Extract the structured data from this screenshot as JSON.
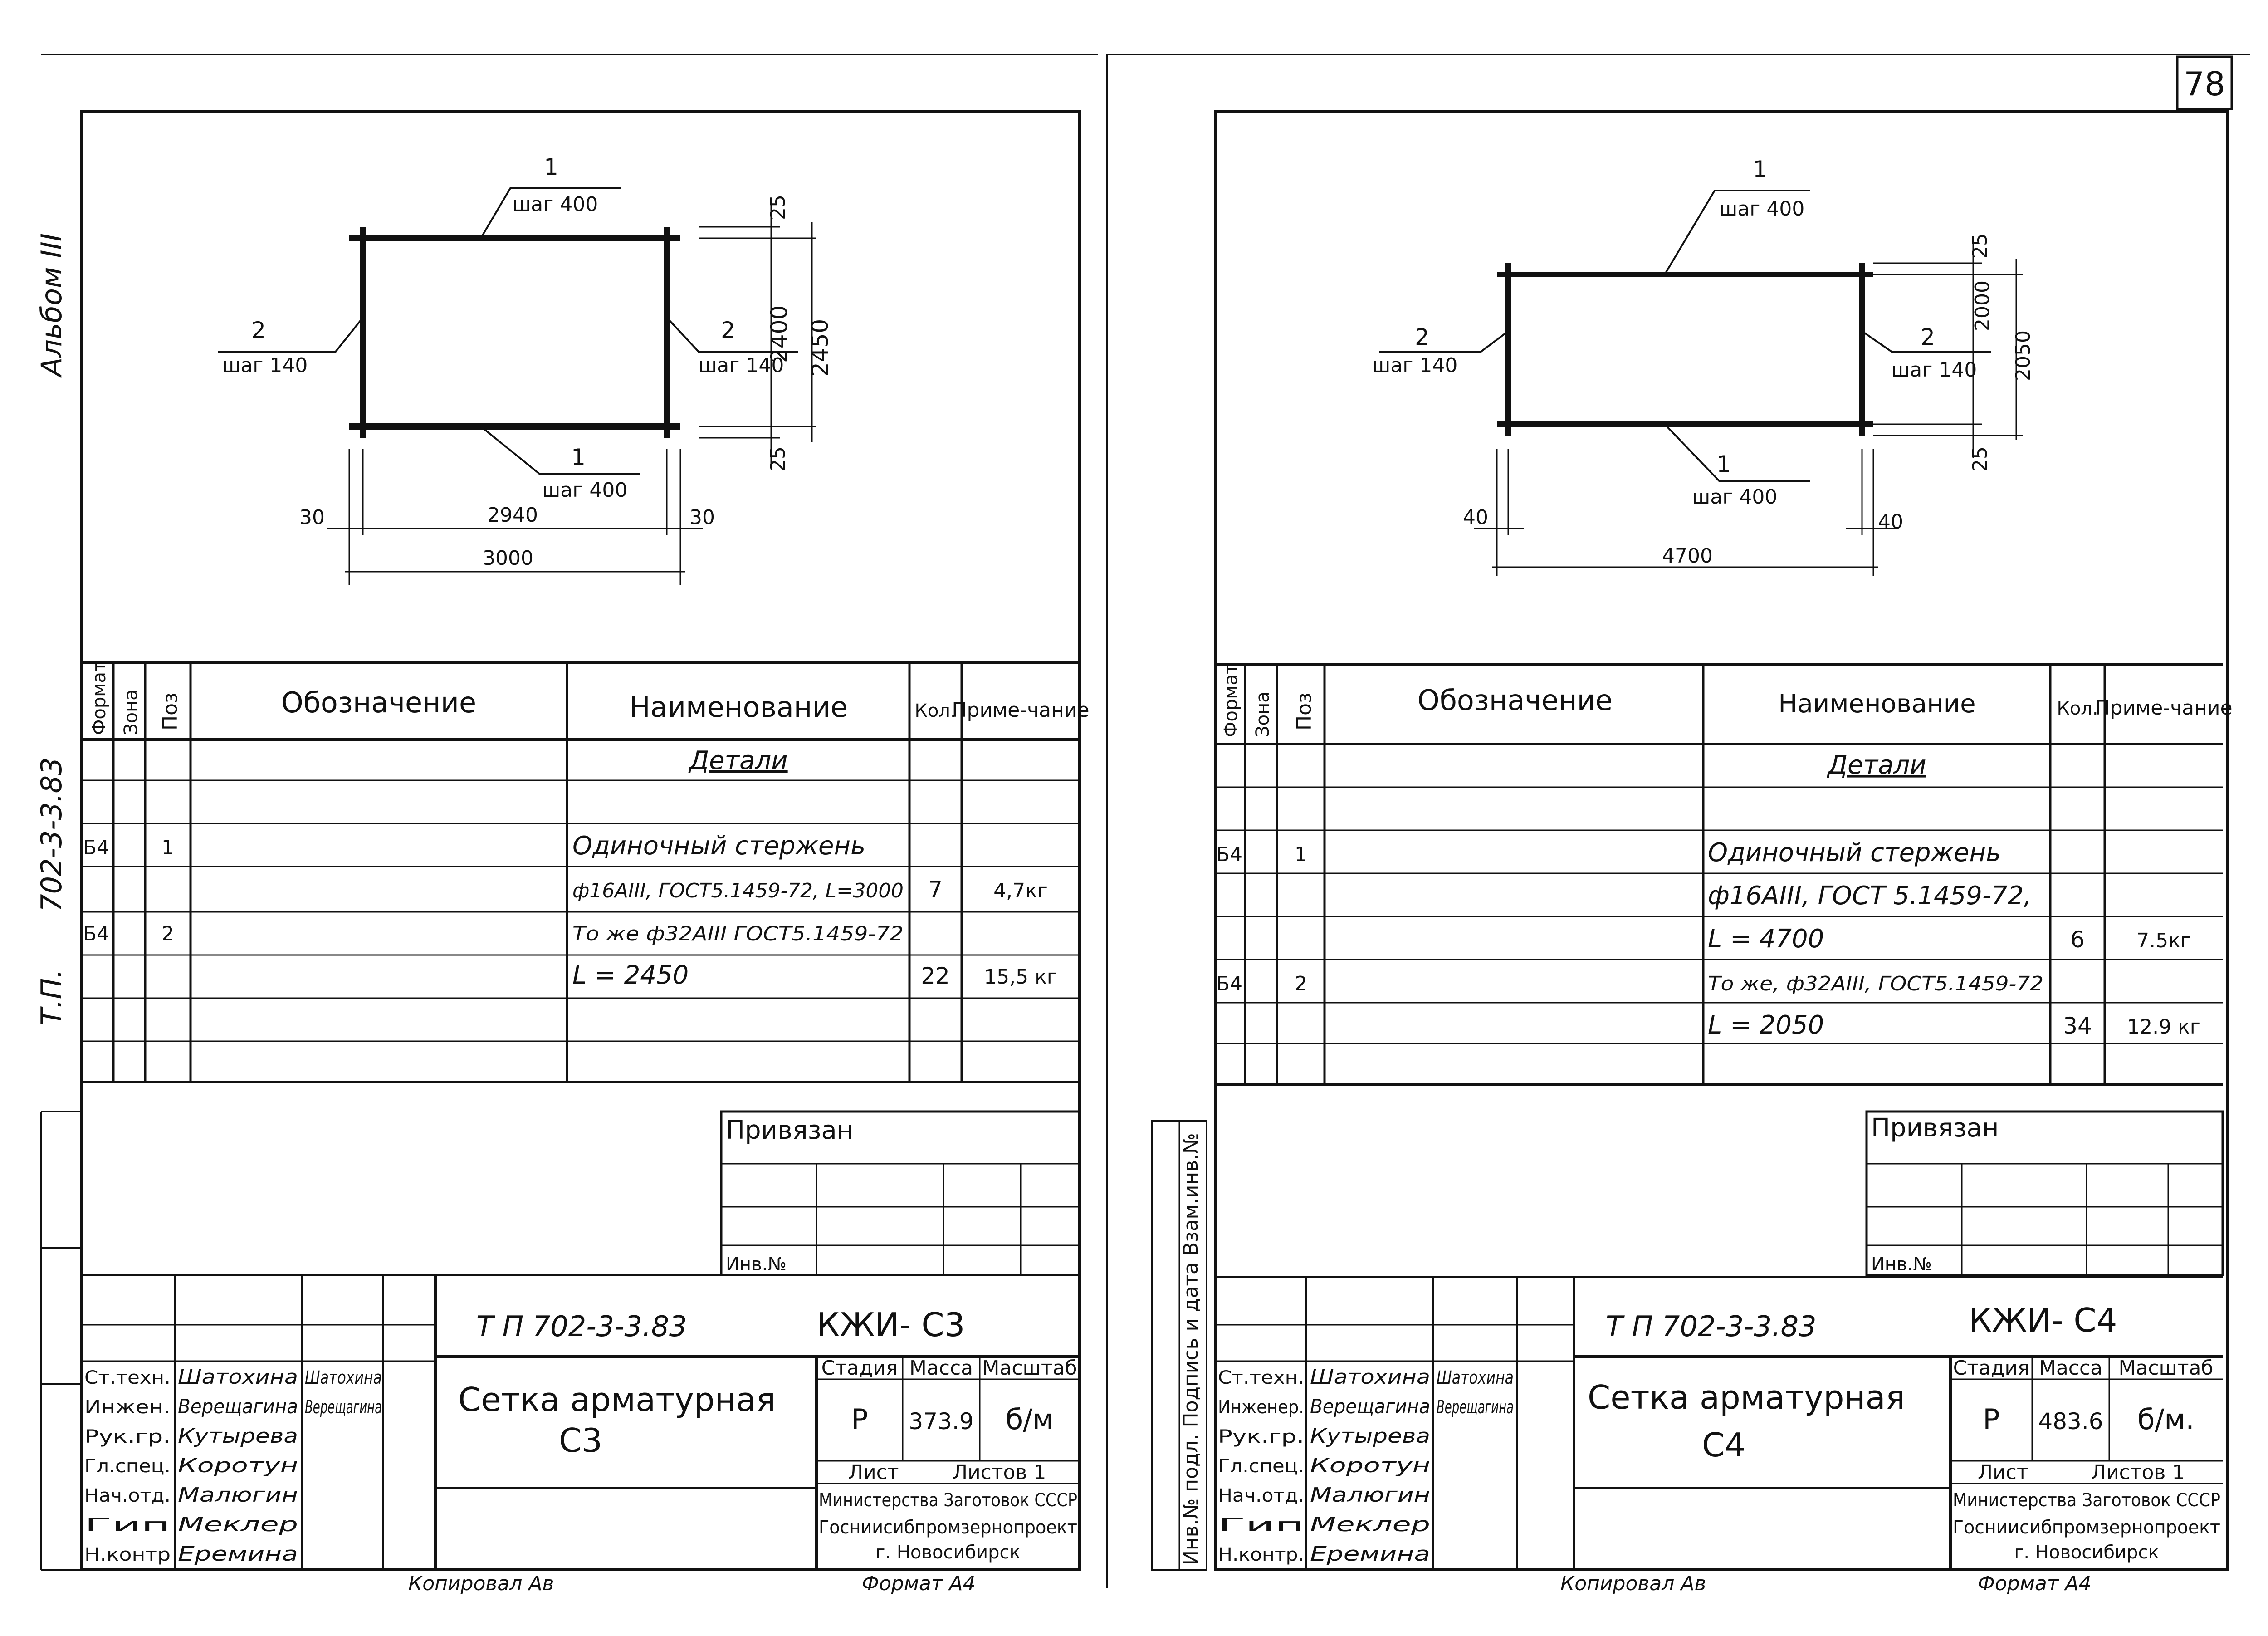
{
  "page": {
    "page_number": "78",
    "album_label": "Альбом III",
    "series_label": "702-3-3.83",
    "tp_label": "Т.П.",
    "copied_label": "Копировал Ав",
    "format_label": "Формат А4",
    "side_stamp_label": "Инв.№ подл. Подпись и дата Взам.инв.№"
  },
  "sheets": [
    {
      "id": "C3",
      "drawing": {
        "top_bar_label": "1",
        "top_bar_step": "шаг 400",
        "bottom_bar_label": "1",
        "bottom_bar_step": "шаг 400",
        "left_bar_label": "2",
        "left_bar_step": "шаг 140",
        "right_bar_label": "2",
        "right_bar_step": "шаг 140",
        "dim_top_overhang": "25",
        "dim_inner_height": "2400",
        "dim_total_height": "2450",
        "dim_bottom_overhang": "25",
        "dim_left_overhang": "30",
        "dim_inner_width": "2940",
        "dim_right_overhang": "30",
        "dim_total_width": "3000"
      },
      "spec": {
        "headers": {
          "format": "Формат",
          "zone": "Зона",
          "pos": "Поз",
          "designation": "Обозначение",
          "name": "Наименование",
          "qty": "Кол.",
          "note": "Приме-чание"
        },
        "section_title": "Детали",
        "rows": [
          {
            "format": "",
            "pos": "",
            "name": "",
            "qty": "",
            "note": ""
          },
          {
            "format": "Б4",
            "pos": "1",
            "name": "Одиночный стержень",
            "qty": "",
            "note": ""
          },
          {
            "format": "",
            "pos": "",
            "name": "ф16АIII, ГОСТ5.1459-72, L=3000",
            "qty": "7",
            "note": "4,7кг"
          },
          {
            "format": "Б4",
            "pos": "2",
            "name": "То же ф32АIII ГОСТ5.1459-72",
            "qty": "",
            "note": ""
          },
          {
            "format": "",
            "pos": "",
            "name": "L = 2450",
            "qty": "22",
            "note": "15,5 кг"
          },
          {
            "format": "",
            "pos": "",
            "name": "",
            "qty": "",
            "note": ""
          },
          {
            "format": "",
            "pos": "",
            "name": "",
            "qty": "",
            "note": ""
          }
        ]
      },
      "title_block": {
        "privyazan": "Привязан",
        "inv_no": "Инв.№",
        "doc_code": "Т П   702-3-3.83",
        "doc_mark": "КЖИ- С3",
        "title_line1": "Сетка   арматурная",
        "title_line2": "С3",
        "stage_header": "Стадия",
        "mass_header": "Масса",
        "scale_header": "Масштаб",
        "stage_value": "Р",
        "mass_value": "373.9",
        "scale_value": "б/м",
        "sheet_label": "Лист",
        "sheets_label": "Листов 1",
        "org_line1": "Министерства Заготовок СССР",
        "org_line2": "Госниисибпромзернопроект",
        "org_line3": "г. Новосибирск",
        "signers": [
          {
            "role": "Ст.техн.",
            "name": "Шатохина",
            "sign": "Шатохина"
          },
          {
            "role": "Инжен.",
            "name": "Верещагина",
            "sign": "Верещагина"
          },
          {
            "role": "Рук.гр.",
            "name": "Кутырева",
            "sign": ""
          },
          {
            "role": "Гл.спец.",
            "name": "Коротун",
            "sign": ""
          },
          {
            "role": "Нач.отд.",
            "name": "Малюгин",
            "sign": ""
          },
          {
            "role": "Гип",
            "name": "Меклер",
            "sign": ""
          },
          {
            "role": "Н.контр",
            "name": "Еремина",
            "sign": ""
          }
        ]
      }
    },
    {
      "id": "C4",
      "drawing": {
        "top_bar_label": "1",
        "top_bar_step": "шаг 400",
        "bottom_bar_label": "1",
        "bottom_bar_step": "шаг 400",
        "left_bar_label": "2",
        "left_bar_step": "шаг 140",
        "right_bar_label": "2",
        "right_bar_step": "шаг 140",
        "dim_top_overhang": "25",
        "dim_inner_height": "2000",
        "dim_total_height": "2050",
        "dim_bottom_overhang": "25",
        "dim_left_overhang": "40",
        "dim_right_overhang": "40",
        "dim_total_width": "4700"
      },
      "spec": {
        "headers": {
          "format": "Формат",
          "zone": "Зона",
          "pos": "Поз",
          "designation": "Обозначение",
          "name": "Наименование",
          "qty": "Кол.",
          "note": "Приме-чание"
        },
        "section_title": "Детали",
        "rows": [
          {
            "format": "",
            "pos": "",
            "name": "",
            "qty": "",
            "note": ""
          },
          {
            "format": "Б4",
            "pos": "1",
            "name": "Одиночный стержень",
            "qty": "",
            "note": ""
          },
          {
            "format": "",
            "pos": "",
            "name": "ф16АIII, ГОСТ 5.1459-72,",
            "qty": "",
            "note": ""
          },
          {
            "format": "",
            "pos": "",
            "name": "L = 4700",
            "qty": "6",
            "note": "7.5кг"
          },
          {
            "format": "Б4",
            "pos": "2",
            "name": "То же, ф32АIII, ГОСТ5.1459-72",
            "qty": "",
            "note": ""
          },
          {
            "format": "",
            "pos": "",
            "name": "L = 2050",
            "qty": "34",
            "note": "12.9 кг"
          },
          {
            "format": "",
            "pos": "",
            "name": "",
            "qty": "",
            "note": ""
          }
        ]
      },
      "title_block": {
        "privyazan": "Привязан",
        "inv_no": "Инв.№",
        "doc_code": "Т П   702-3-3.83",
        "doc_mark": "КЖИ- С4",
        "title_line1": "Сетка   арматурная",
        "title_line2": "С4",
        "stage_header": "Стадия",
        "mass_header": "Масса",
        "scale_header": "Масштаб",
        "stage_value": "Р",
        "mass_value": "483.6",
        "scale_value": "б/м.",
        "sheet_label": "Лист",
        "sheets_label": "Листов 1",
        "org_line1": "Министерства Заготовок СССР",
        "org_line2": "Госниисибпромзернопроект",
        "org_line3": "г. Новосибирск",
        "signers": [
          {
            "role": "Ст.техн.",
            "name": "Шатохина",
            "sign": "Шатохина"
          },
          {
            "role": "Инженер.",
            "name": "Верещагина",
            "sign": "Верещагина"
          },
          {
            "role": "Рук.гр.",
            "name": "Кутырева",
            "sign": ""
          },
          {
            "role": "Гл.спец.",
            "name": "Коротун",
            "sign": ""
          },
          {
            "role": "Нач.отд.",
            "name": "Малюгин",
            "sign": ""
          },
          {
            "role": "Гип",
            "name": "Меклер",
            "sign": ""
          },
          {
            "role": "Н.контр.",
            "name": "Еремина",
            "sign": ""
          }
        ]
      }
    }
  ]
}
